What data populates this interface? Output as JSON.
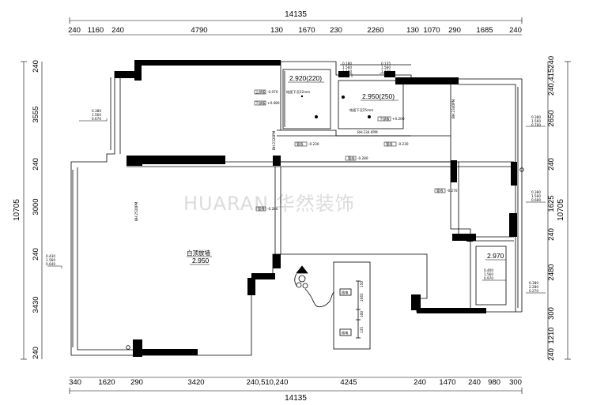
{
  "top_total": "14135",
  "bottom_total": "14135",
  "left_total": "10705",
  "right_total": "10705",
  "top_dims": [
    "240",
    "1160",
    "240",
    "4790",
    "130",
    "1670",
    "230",
    "2260",
    "130",
    "1070",
    "290",
    "1685",
    "240"
  ],
  "bottom_dims": [
    "340",
    "1620",
    "290",
    "3420",
    "240,510,240",
    "4245",
    "240",
    "1470",
    "240",
    "980",
    "300"
  ],
  "left_dims": [
    "240",
    "3555",
    "240",
    "3000",
    "240",
    "3430",
    "240"
  ],
  "right_dims": [
    "240,415240",
    "2650",
    "240",
    "1625",
    "240",
    "2480",
    "300",
    "1210",
    "240"
  ],
  "watermark": "HUARAN 华然装饰",
  "rooms": {
    "main_label": "白顶放墙",
    "main_level": "2.950",
    "bath1_level": "2.920(220)",
    "bath2_level": "2.950(250)",
    "small_level": "2.970"
  },
  "notes": {
    "bath1_drop": "地面下沉22mm",
    "bath2_drop": "地面下沉25mm",
    "bath1_tag1": "上部板",
    "bath1_tag1_val": "-0.070",
    "bath1_tag2": "下部板",
    "bath1_tag2_val": "+0.080",
    "bath2_tag": "下部板",
    "bath2_tag_val": "+0.200",
    "corr_tag1": "管线",
    "corr_tag1_val": "-0.230",
    "corr_tag2": "管线",
    "corr_tag2_val": "-0.230",
    "corr_mid": "管线",
    "corr_mid_val": "-0.280",
    "beam_h": "BH:234.0PM",
    "beam_v1": "BH:2320PM",
    "beam_v2": "BH:2520PM",
    "beam_v3": "BH:2340PM",
    "beam_main": "管线",
    "beam_main_val": "-0.280",
    "right_tag": "管线",
    "right_tag_val": "-0.270",
    "island_tag1": "插电",
    "island_tag2": "插电",
    "island_d1": "150",
    "island_d2": "1665",
    "island_d3": "100",
    "island_d4": "135"
  },
  "stacks": {
    "s1": [
      "0.380",
      "1.560",
      "0.670"
    ],
    "s2": [
      "0.180",
      "1.560",
      "1.160"
    ],
    "s3": [
      "0.135",
      "1.560",
      "1.120"
    ],
    "s4": [
      "0.380",
      "1.560",
      "0.700"
    ],
    "s5": [
      "0.380",
      "1.560",
      "0.690"
    ],
    "s6": [
      "0.430",
      "1.560",
      "0.640"
    ],
    "s7": [
      "0.400",
      "1.560",
      "0.970"
    ],
    "s8": [
      "0.380",
      "2.280",
      "0.270"
    ]
  }
}
